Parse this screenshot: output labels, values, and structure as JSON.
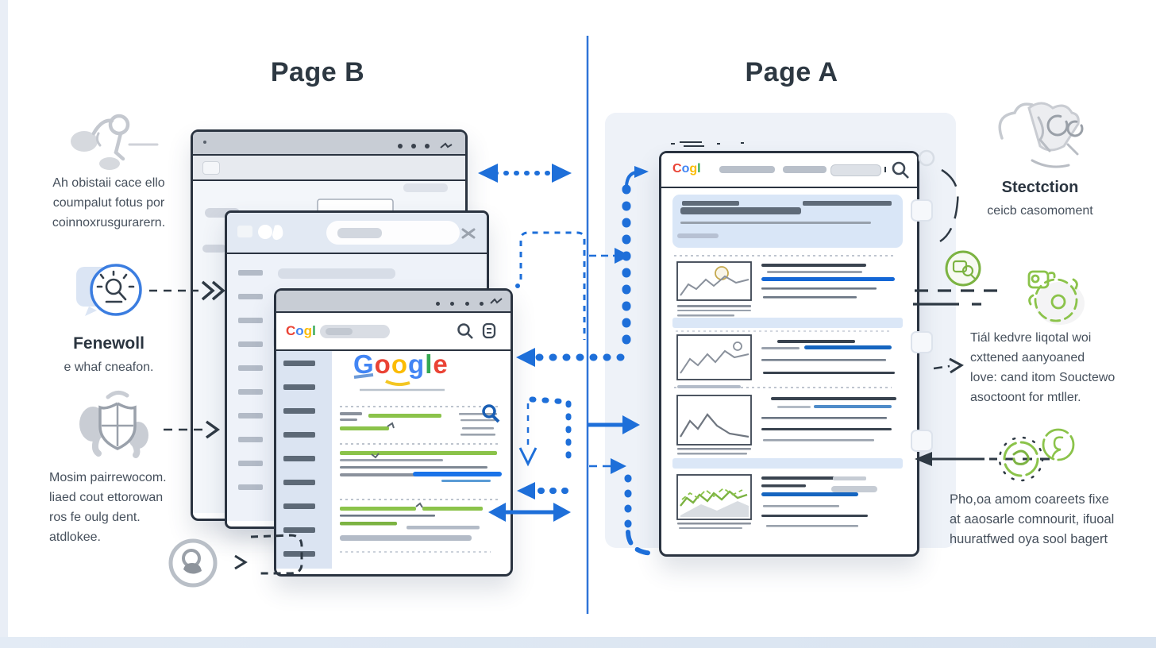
{
  "titles": {
    "left": "Page B",
    "right": "Page A"
  },
  "colors": {
    "arrow_blue": "#1e6fd9",
    "divider_blue": "#2f74d8",
    "accent_green": "#7cb342",
    "link_blue": "#1565c0",
    "ink": "#2b3540",
    "annotation_text": "#46505c"
  },
  "left_annotations": {
    "top": {
      "icon": "sketch-figure-icon",
      "lines": [
        "Ah obistaii cace ello",
        "coumpalut fotus por",
        "coinnoxrusgurarern."
      ]
    },
    "middle": {
      "icon": "search-idea-icon",
      "heading": "Fenewoll",
      "sub": "e whaf cneafon."
    },
    "bottom": {
      "icon": "shield-icon",
      "lines": [
        "Mosim pairrewocom.",
        "liaed cout ettorowan",
        "ros fe oulg dent.",
        "atdlokee."
      ]
    },
    "avatar": {
      "icon": "avatar-circle-icon"
    }
  },
  "right_annotations": {
    "top": {
      "icon": "sketch-cloud-icon",
      "heading": "Stectction",
      "sub": "ceicb casomoment"
    },
    "middle": {
      "icons": [
        "badge-search-icon",
        "gear-sketch-icon"
      ],
      "lines": [
        "Tiál kedvre liqotal woi",
        "cxttened aanyoaned",
        "love: cand itom Souctewo",
        "asoctoont for mtller."
      ]
    },
    "bottom": {
      "icons": [
        "target-sketch-icon",
        "ring-sketch-icon"
      ],
      "lines": [
        "Pho,oa amom coareets fixe",
        "at aaosarle comnourit, ifuoal",
        "huuratfwed oya sool bagert"
      ]
    }
  },
  "windows": {
    "front": {
      "brand": [
        {
          "ch": "C",
          "color": "#EA4335"
        },
        {
          "ch": "o",
          "color": "#4285F4"
        },
        {
          "ch": "g",
          "color": "#FBBC05"
        },
        {
          "ch": "l",
          "color": "#34A853"
        }
      ],
      "hero": [
        {
          "ch": "G",
          "color": "#4285F4"
        },
        {
          "ch": "o",
          "color": "#EA4335"
        },
        {
          "ch": "o",
          "color": "#FBBC05"
        },
        {
          "ch": "g",
          "color": "#4285F4"
        },
        {
          "ch": "l",
          "color": "#34A853"
        },
        {
          "ch": "e",
          "color": "#EA4335"
        }
      ]
    },
    "page_a": {
      "brand": [
        {
          "ch": "C",
          "color": "#EA4335"
        },
        {
          "ch": "o",
          "color": "#4285F4"
        },
        {
          "ch": "g",
          "color": "#FBBC05"
        },
        {
          "ch": "l",
          "color": "#34A853"
        }
      ]
    }
  }
}
